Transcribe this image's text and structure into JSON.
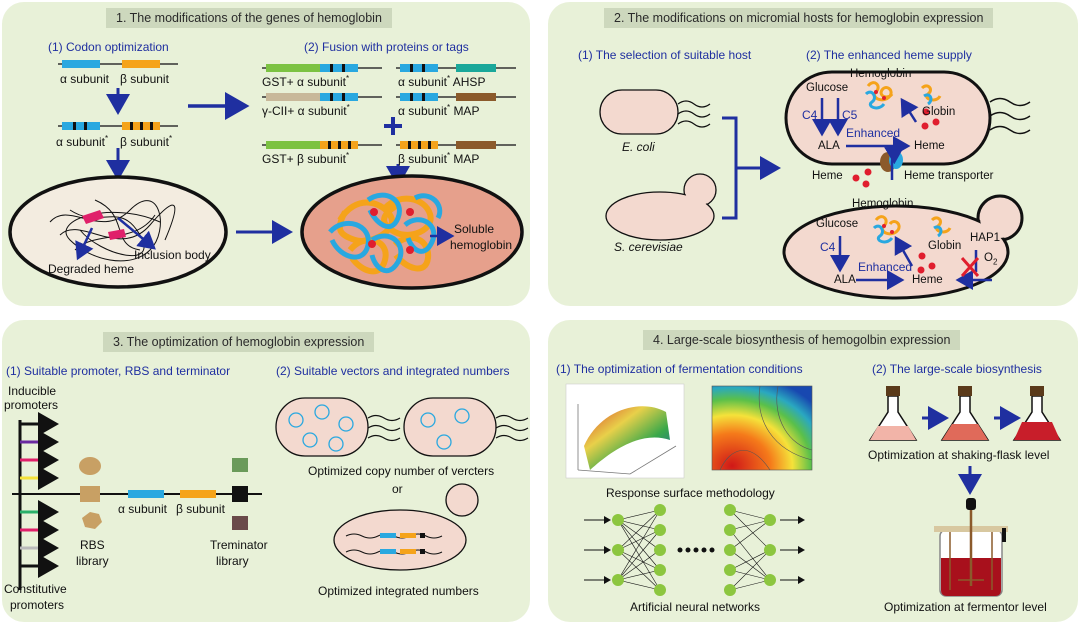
{
  "panel1": {
    "title": "1. The modifications of the genes of hemoglobin",
    "sub1": "(1) Codon optimization",
    "sub2": "(2) Fusion with proteins or tags",
    "alpha_subunit": "α subunit",
    "beta_subunit": "β subunit",
    "alpha_star": "α subunit",
    "beta_star": "β subunit",
    "star": "*",
    "gst_alpha": "GST+ α subunit",
    "gcii_alpha": "γ-CII+ α subunit",
    "gst_beta": "GST+ β subunit",
    "ahsp": "AHSP",
    "map1": "MAP",
    "map2": "MAP",
    "inclusion_body": "Inclusion body",
    "degraded_heme": "Degraded heme",
    "soluble": "Soluble",
    "hemoglobin": "hemoglobin"
  },
  "panel2": {
    "title": "2. The modifications on micromial hosts for hemoglobin expression",
    "sub1": "(1) The selection of suitable host",
    "sub2": "(2) The enhanced heme supply",
    "ecoli": "E. coli",
    "scerevisiae": "S. cerevisiae",
    "hemoglobin1": "Hemoglobin",
    "glucose1": "Glucose",
    "c4_1": "C4",
    "c5": "C5",
    "enhanced1": "Enhanced",
    "ala1": "ALA",
    "heme1": "Heme",
    "globin1": "Globin",
    "heme_out": "Heme",
    "heme_transporter": "Heme transporter",
    "hemoglobin2": "Hemoglobin",
    "glucose2": "Glucose",
    "c4_2": "C4",
    "globin2": "Globin",
    "hap1": "HAP1",
    "o2": "O",
    "o2_sub": "2",
    "enhanced2": "Enhanced",
    "ala2": "ALA",
    "heme2": "Heme"
  },
  "panel3": {
    "title": "3. The optimization of hemoglobin expression",
    "sub1": "(1) Suitable promoter, RBS and terminator",
    "sub2": "(2) Suitable vectors and integrated numbers",
    "inducible1": "Inducible",
    "inducible2": "promoters",
    "constitutive1": "Constitutive",
    "constitutive2": "promoters",
    "rbs1": "RBS",
    "rbs2": "library",
    "term1": "Treminator",
    "term2": "library",
    "alpha": "α subunit",
    "beta": "β subunit",
    "copy_number": "Optimized copy number of vercters",
    "or": "or",
    "integrated": "Optimized integrated numbers"
  },
  "panel4": {
    "title": "4. Large-scale biosynthesis of hemogolbin expression",
    "sub1": "(1) The optimization of fermentation conditions",
    "sub2": "(2) The large-scale biosynthesis",
    "rsm": "Response surface methodology",
    "ann": "Artificial neural networks",
    "shaking": "Optimization at shaking-flask level",
    "fermentor": "Optimization at fermentor level"
  },
  "colors": {
    "panel_bg": "#e8f1d8",
    "title_bg": "#cdd8bd",
    "arrow": "#1f2fa0",
    "alpha_gene": "#29a8e0",
    "beta_gene": "#f5a31a",
    "gst": "#7cc242",
    "gcii": "#c8b89a",
    "ahsp": "#1aa89a",
    "map": "#8b5a2b",
    "cell": "#f3d9cf",
    "cell_deep": "#e6a08c",
    "heme": "#e01e2e",
    "node": "#8cc63f"
  }
}
